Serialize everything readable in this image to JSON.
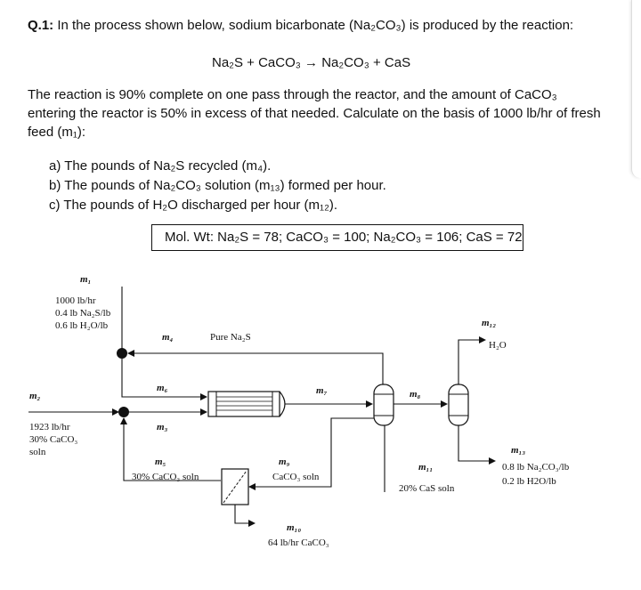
{
  "question": {
    "number": "Q.1:",
    "intro": "In the process shown below, sodium bicarbonate (Na₂CO₃) is produced by the reaction:",
    "equation": "Na₂S + CaCO₃ → Na₂CO₃ + CaS",
    "paragraph": "The reaction is 90% complete on one pass through the reactor, and the amount of CaCO₃ entering the reactor is 50% in excess of that needed. Calculate on the basis of 1000 lb/hr of fresh feed (m₁):",
    "parts": [
      "a)  The pounds of Na₂S recycled (m₄).",
      "b)  The pounds of Na₂CO₃ solution (m₁₃) formed per hour.",
      "c)  The pounds of H₂O discharged per hour (m₁₂)."
    ],
    "mol_wt": "Mol. Wt: Na₂S = 78; CaCO₃ = 100; Na₂CO₃ = 106; CaS = 72"
  },
  "diagram": {
    "m1": "m₁",
    "m1_rate": "1000 lb/hr",
    "m1_comp1": "0.4 lb Na₂S/lb",
    "m1_comp2": "0.6 lb H₂O/lb",
    "m2": "m₂",
    "m2_rate": "1923 lb/hr",
    "m2_comp": "30% CaCO₃",
    "m2_soln": "soln",
    "m3": "m₃",
    "m4": "m₄",
    "pure_na2s": "Pure Na₂S",
    "m5": "m₅",
    "m5_desc": "30% CaCO₃ soln",
    "m6": "m₆",
    "m7": "m₇",
    "m8": "m₈",
    "m9": "m₉",
    "m9_desc": "CaCO₃ soln",
    "m10": "m₁₀",
    "m10_desc": "64 lb/hr CaCO₃",
    "m11": "m₁₁",
    "m11_desc": "20% CaS soln",
    "m12": "m₁₂",
    "m12_desc": "H₂O",
    "m13": "m₁₃",
    "m13_comp1": "0.8 lb Na₂CO₃/lb",
    "m13_comp2": "0.2 lb H2O/lb"
  }
}
